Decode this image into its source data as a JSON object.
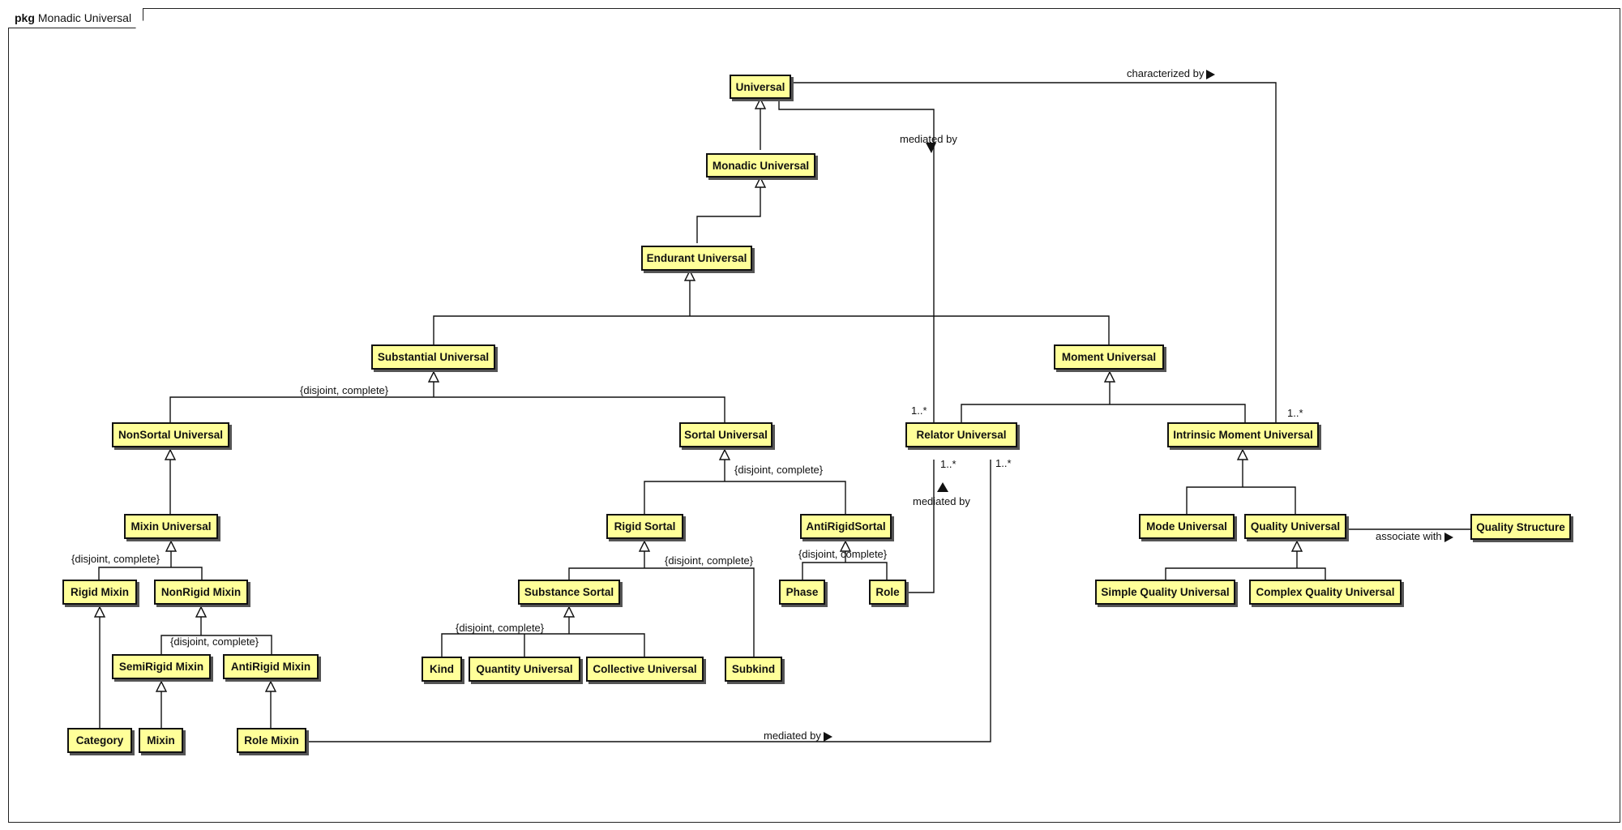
{
  "package": {
    "keyword": "pkg",
    "name": "Monadic Universal"
  },
  "classes": {
    "universal": "Universal",
    "monadic_universal": "Monadic Universal",
    "endurant_universal": "Endurant Universal",
    "substantial_universal": "Substantial Universal",
    "moment_universal": "Moment Universal",
    "nonsortal_universal": "NonSortal Universal",
    "sortal_universal": "Sortal Universal",
    "relator_universal": "Relator Universal",
    "intrinsic_moment_universal": "Intrinsic Moment Universal",
    "mixin_universal": "Mixin Universal",
    "rigid_sortal": "Rigid Sortal",
    "antirigid_sortal": "AntiRigidSortal",
    "mode_universal": "Mode Universal",
    "quality_universal": "Quality Universal",
    "quality_structure": "Quality Structure",
    "rigid_mixin": "Rigid Mixin",
    "nonrigid_mixin": "NonRigid Mixin",
    "substance_sortal": "Substance Sortal",
    "phase": "Phase",
    "role": "Role",
    "simple_quality_universal": "Simple Quality Universal",
    "complex_quality_universal": "Complex Quality Universal",
    "semirigid_mixin": "SemiRigid Mixin",
    "antirigid_mixin": "AntiRigid Mixin",
    "kind": "Kind",
    "quantity_universal": "Quantity Universal",
    "collective_universal": "Collective Universal",
    "subkind": "Subkind",
    "category": "Category",
    "mixin": "Mixin",
    "role_mixin": "Role Mixin"
  },
  "constraints": {
    "substantial": "{disjoint, complete}",
    "sortal": "{disjoint, complete}",
    "mixin": "{disjoint, complete}",
    "rigid_sortal": "{disjoint, complete}",
    "antirigid": "{disjoint, complete}",
    "nonrigid": "{disjoint, complete}",
    "substance": "{disjoint, complete}"
  },
  "associations": {
    "characterized_by": "characterized by",
    "mediated_by_top": "mediated by",
    "mediated_by_role": "mediated by",
    "mediated_by_rolemixin": "mediated by",
    "associate_with": "associate with"
  },
  "multiplicities": {
    "relator_left": "1..*",
    "relator_below_left": "1..*",
    "relator_below_right": "1..*",
    "intrinsic_top": "1..*"
  }
}
